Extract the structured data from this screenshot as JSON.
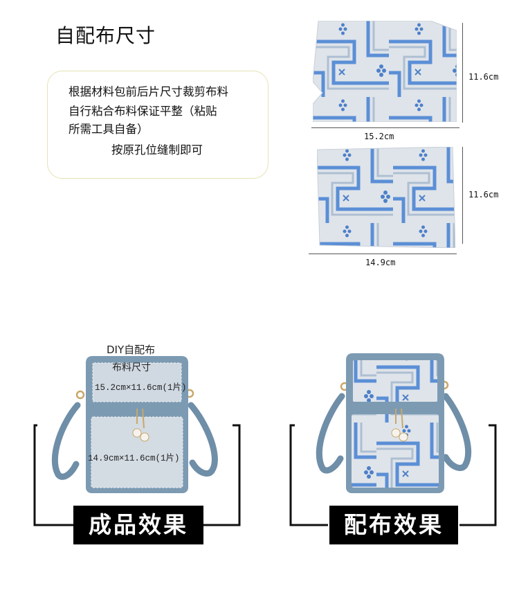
{
  "page": {
    "title": "自配布尺寸"
  },
  "note": {
    "line1": "根据材料包前后片尺寸裁剪布料",
    "line2": "自行粘合布料保证平整（粘贴",
    "line3": "所需工具自备）",
    "line4": "按原孔位缝制即可"
  },
  "swatch_top": {
    "width_label": "15.2cm",
    "height_label": "11.6cm"
  },
  "swatch_bottom": {
    "width_label": "14.9cm",
    "height_label": "11.6cm"
  },
  "bag_left": {
    "heading1": "DIY自配布",
    "heading2": "布料尺寸",
    "size_top": "15.2cm×11.6cm(1片)",
    "size_bottom": "14.9cm×11.6cm(1片)",
    "caption": "成品效果"
  },
  "bag_right": {
    "caption": "配布效果"
  },
  "colors": {
    "fabric_blue": "#5b8fd6",
    "fabric_base": "#dfe6ee",
    "bag_leather": "#7a9bb4",
    "note_border": "#e6e2b6"
  }
}
